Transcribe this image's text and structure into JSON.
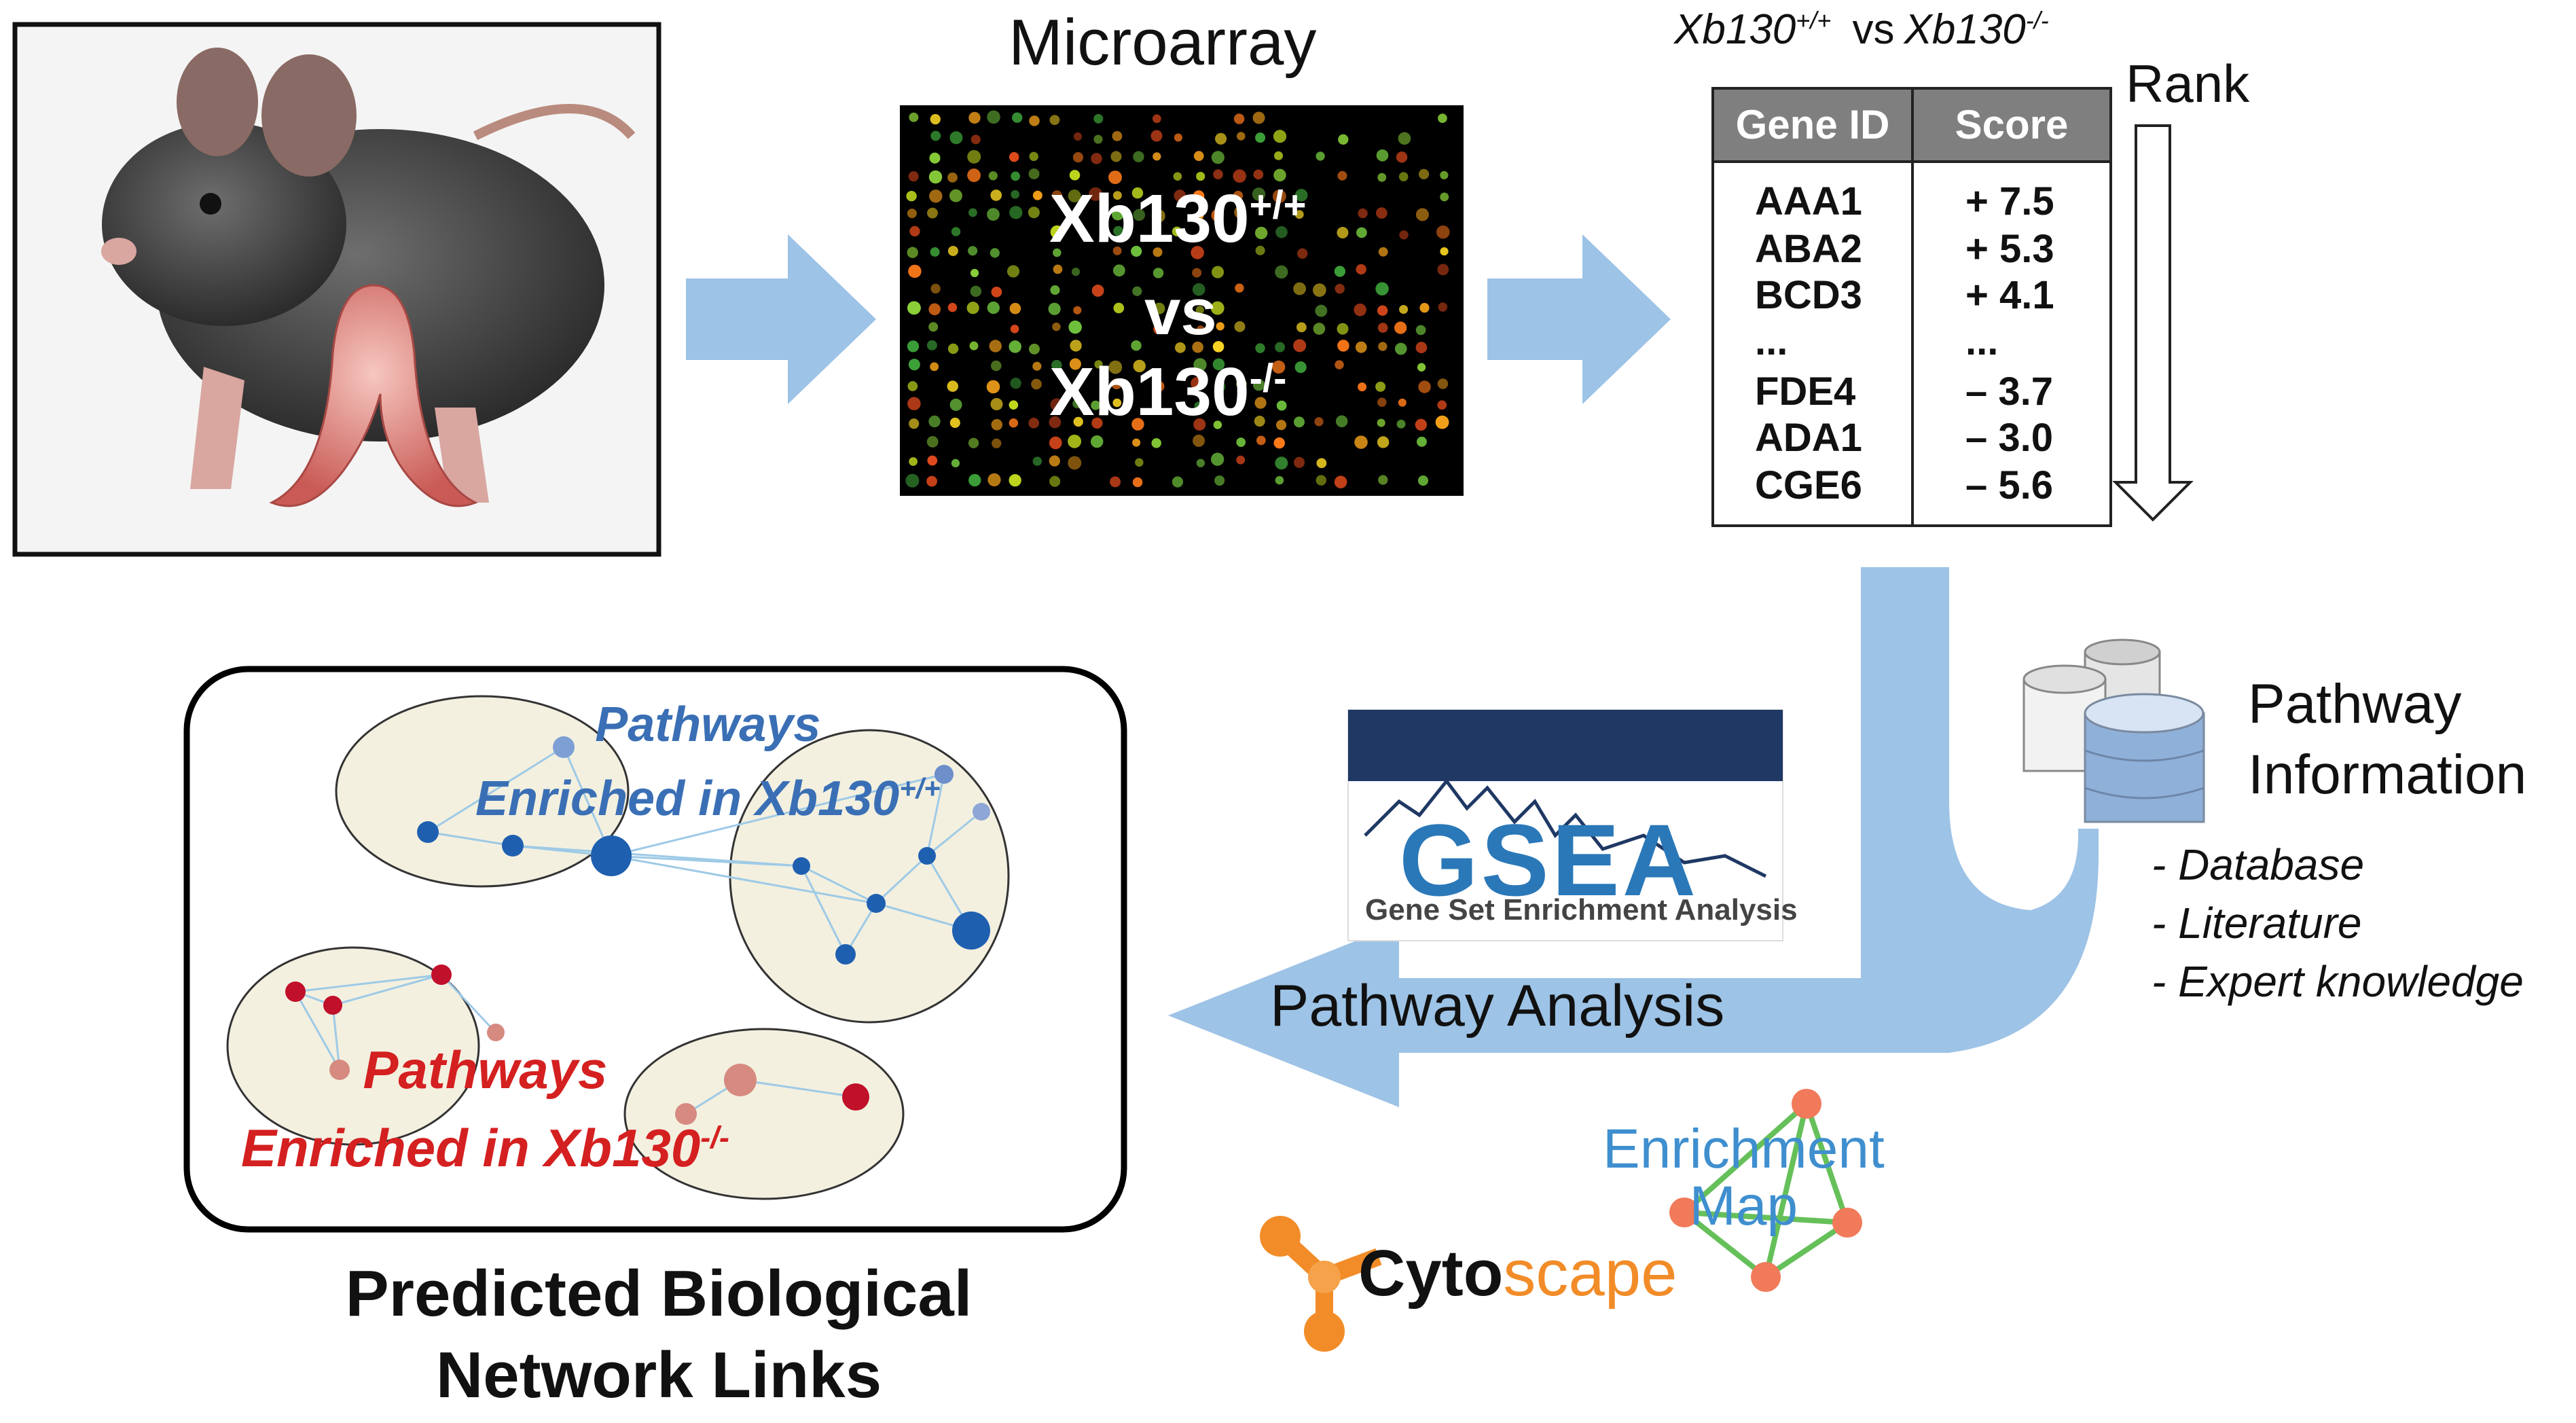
{
  "microarray": {
    "title": "Microarray",
    "line1_main": "Xb130",
    "line1_sup": "+/+",
    "line2": "vs",
    "line3_main": "Xb130",
    "line3_sup": "-/-"
  },
  "ranking": {
    "comparison_a_main": "Xb130",
    "comparison_a_sup": "+/+",
    "comparison_vs": "vs",
    "comparison_b_main": "Xb130",
    "comparison_b_sup": "-/-",
    "rank_label": "Rank",
    "table": {
      "headers": [
        "Gene ID",
        "Score"
      ],
      "rows": [
        [
          "AAA1",
          "+ 7.5"
        ],
        [
          "ABA2",
          "+ 5.3"
        ],
        [
          "BCD3",
          "+ 4.1"
        ],
        [
          "...",
          "..."
        ],
        [
          "FDE4",
          "– 3.7"
        ],
        [
          "ADA1",
          "– 3.0"
        ],
        [
          "CGE6",
          "– 5.6"
        ]
      ]
    }
  },
  "pathway_info": {
    "title_line1": "Pathway",
    "title_line2": "Information",
    "sources": [
      "- Database",
      "- Literature",
      "- Expert knowledge"
    ]
  },
  "gsea": {
    "logo_text": "GSEA",
    "subtitle": "Gene Set Enrichment Analysis"
  },
  "analysis_label": "Pathway Analysis",
  "enrichment_map": {
    "line1": "Enrichment",
    "line2": "Map"
  },
  "cytoscape": {
    "part1": "Cyto",
    "part2": "scape"
  },
  "network": {
    "wt_label_line1": "Pathways",
    "wt_label_line2_main": "Enriched in Xb130",
    "wt_label_line2_sup": "+/+",
    "ko_label_line1": "Pathways",
    "ko_label_line2_main": "Enriched in Xb130",
    "ko_label_line2_sup": "-/-"
  },
  "result_title_line1": "Predicted Biological",
  "result_title_line2": "Network Links",
  "colors": {
    "arrow": "#9dc3e6",
    "enriched_wt": "#3a6fb5",
    "enriched_ko": "#d42020",
    "gsea_banner": "#1f3864",
    "cytoscape_orange": "#f28c28",
    "enrichment_map_blue": "#3f8fcf"
  }
}
